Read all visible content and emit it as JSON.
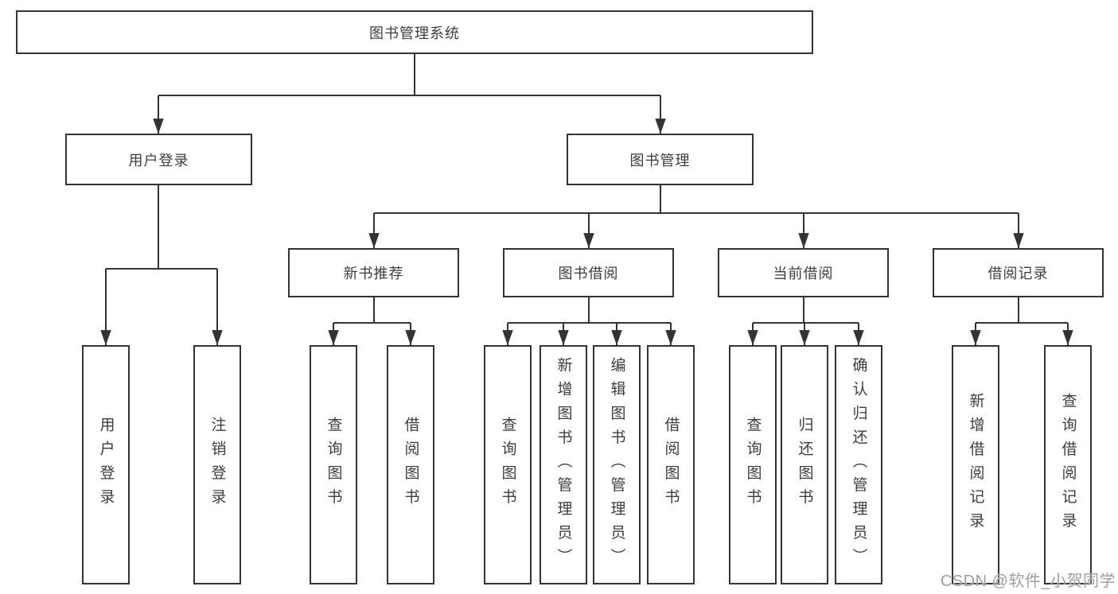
{
  "diagram": {
    "root": {
      "label": "图书管理系统",
      "children": [
        {
          "label": "用户登录",
          "children": [
            {
              "label": "用户登录"
            },
            {
              "label": "注销登录"
            }
          ]
        },
        {
          "label": "图书管理",
          "children": [
            {
              "label": "新书推荐",
              "children": [
                {
                  "label": "查询图书"
                },
                {
                  "label": "借阅图书"
                }
              ]
            },
            {
              "label": "图书借阅",
              "children": [
                {
                  "label": "查询图书"
                },
                {
                  "label": "新增图书（管理员）"
                },
                {
                  "label": "编辑图书（管理员）"
                },
                {
                  "label": "借阅图书"
                }
              ]
            },
            {
              "label": "当前借阅",
              "children": [
                {
                  "label": "查询图书"
                },
                {
                  "label": "归还图书"
                },
                {
                  "label": "确认归还（管理员）"
                }
              ]
            },
            {
              "label": "借阅记录",
              "children": [
                {
                  "label": "新增借阅记录"
                },
                {
                  "label": "查询借阅记录"
                }
              ]
            }
          ]
        }
      ]
    }
  },
  "watermark": {
    "text": "CSDN @软件_小贺同学"
  },
  "colors": {
    "line": "#333333",
    "text": "#3d3d3d",
    "background": "#ffffff",
    "watermark": "#9e9e9e"
  }
}
